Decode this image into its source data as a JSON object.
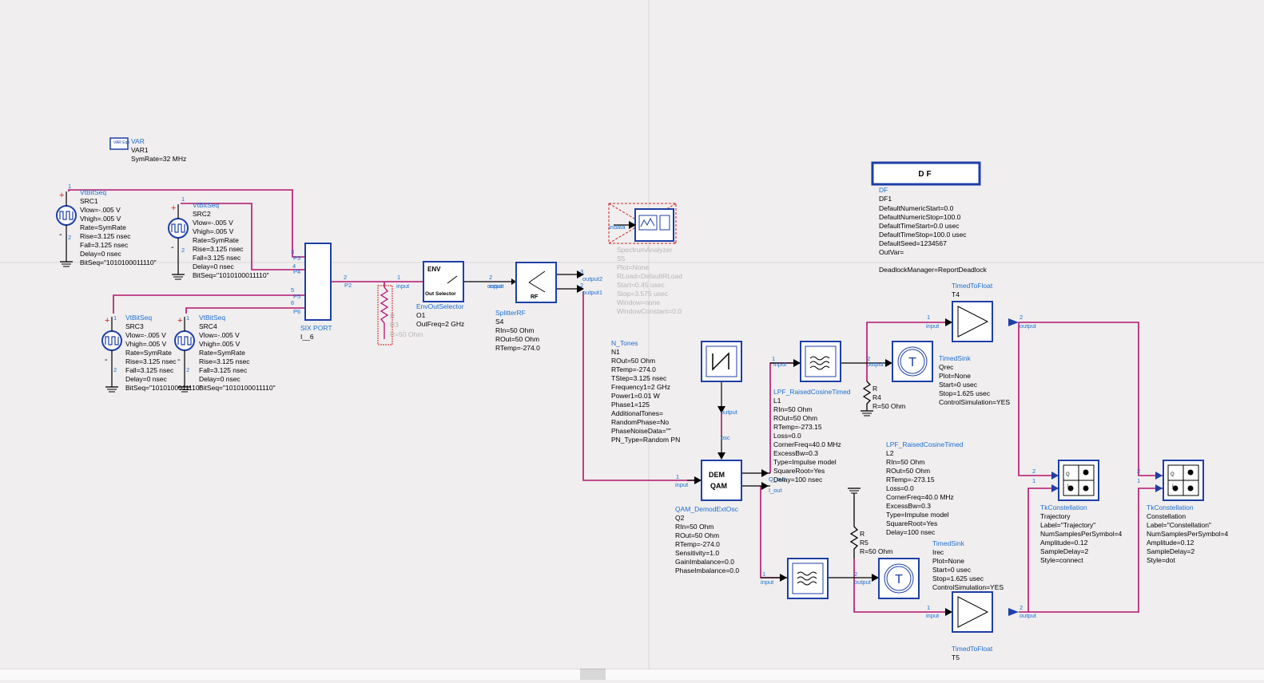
{
  "var_block": {
    "name": "VAR",
    "inst": "VAR1",
    "param": "SymRate=32 MHz",
    "icon_text": "VAR Eqn"
  },
  "sources": [
    {
      "type": "VtBitSeq",
      "inst": "SRC1",
      "params": [
        "Vlow=-.005 V",
        "Vhigh=.005 V",
        "Rate=SymRate",
        "Rise=3.125 nsec",
        "Fall=3.125 nsec",
        "Delay=0 nsec",
        "BitSeq=\"1010100011110\""
      ]
    },
    {
      "type": "VtBitSeq",
      "inst": "SRC2",
      "params": [
        "Vlow=-.005 V",
        "Vhigh=.005 V",
        "Rate=SymRate",
        "Rise=3.125 nsec",
        "Fall=3.125 nsec",
        "Delay=0 nsec",
        "BitSeq=\"1010100011110\""
      ]
    },
    {
      "type": "VtBitSeq",
      "inst": "SRC3",
      "params": [
        "Vlow=-.005 V",
        "Vhigh=.005 V",
        "Rate=SymRate",
        "Rise=3.125 nsec",
        "Fall=3.125 nsec",
        "Delay=0 nsec",
        "BitSeq=\"1010100011110\""
      ]
    },
    {
      "type": "VtBitSeq",
      "inst": "SRC4",
      "params": [
        "Vlow=-.005 V",
        "Vhigh=.005 V",
        "Rate=SymRate",
        "Rise=3.125 nsec",
        "Fall=3.125 nsec",
        "Delay=0 nsec",
        "BitSeq=\"1010100011110\""
      ]
    }
  ],
  "six_port": {
    "type": "SIX PORT",
    "inst": "I__6",
    "ports": [
      "P3",
      "P4",
      "P5",
      "P6",
      "P2"
    ]
  },
  "resistor_r3": {
    "label": "R",
    "inst": "R3",
    "param": "R=50 Ohm"
  },
  "env_selector": {
    "type": "EnvOutSelector",
    "inst": "O1",
    "param": "OutFreq=2 GHz",
    "icon_top": "ENV",
    "icon_bottom": "Out Selector",
    "in_label": "input",
    "out_label": "output"
  },
  "splitter": {
    "type": "SplitterRF",
    "inst": "S4",
    "params": [
      "RIn=50 Ohm",
      "ROut=50 Ohm",
      "RTemp=-274.0"
    ],
    "icon_text": "RF",
    "in_label": "input",
    "out1": "output1",
    "out2": "output2"
  },
  "spectrum": {
    "type": "SpectrumAnalyzer",
    "inst": "S5",
    "params": [
      "Plot=None",
      "RLoad=DefaultRLoad",
      "Start=0.45 usec",
      "Stop=3.575 usec",
      "Window=none",
      "WindowConstant=0.0"
    ],
    "in_label": "indata"
  },
  "tones": {
    "type": "N_Tones",
    "inst": "N1",
    "params": [
      "ROut=50 Ohm",
      "RTemp=-274.0",
      "TStep=3.125 nsec",
      "Frequency1=2 GHz",
      "Power1=0.01 W",
      "Phase1=125",
      "AdditionalTones=",
      "RandomPhase=No",
      "PhaseNoiseData=\"\"",
      "PN_Type=Random PN"
    ],
    "out_label": "output"
  },
  "demod": {
    "type": "QAM_DemodExtOsc",
    "inst": "Q2",
    "params": [
      "RIn=50 Ohm",
      "ROut=50 Ohm",
      "RTemp=-274.0",
      "Sensitivity=1.0",
      "GainImbalance=0.0",
      "PhaseImbalance=0.0"
    ],
    "icon_top": "DEM",
    "icon_bottom": "QAM",
    "in_label": "input",
    "osc_label": "osc",
    "iout": "I_out",
    "qout": "Q_out"
  },
  "df": {
    "title": "DF",
    "type": "DF",
    "inst": "DF1",
    "params": [
      "DefaultNumericStart=0.0",
      "DefaultNumericStop=100.0",
      "DefaultTimeStart=0.0 usec",
      "DefaultTimeStop=100.0 usec",
      "DefaultSeed=1234567",
      "OutVar=",
      "",
      "DeadlockManager=ReportDeadlock"
    ]
  },
  "lpf1": {
    "type": "LPF_RaisedCosineTimed",
    "inst": "L1",
    "params": [
      "RIn=50 Ohm",
      "ROut=50 Ohm",
      "RTemp=-273.15",
      "Loss=0.0",
      "CornerFreq=40.0 MHz",
      "ExcessBw=0.3",
      "Type=Impulse model",
      "SquareRoot=Yes",
      "Delay=100 nsec"
    ],
    "in_label": "input",
    "out_label": "output"
  },
  "lpf2": {
    "type": "LPF_RaisedCosineTimed",
    "inst": "L2",
    "params": [
      "RIn=50 Ohm",
      "ROut=50 Ohm",
      "RTemp=-273.15",
      "Loss=0.0",
      "CornerFreq=40.0 MHz",
      "ExcessBw=0.3",
      "Type=Impulse model",
      "SquareRoot=Yes",
      "Delay=100 nsec"
    ],
    "in_label": "input",
    "out_label": "output"
  },
  "r4": {
    "label": "R",
    "inst": "R4",
    "param": "R=50 Ohm"
  },
  "r5": {
    "label": "R",
    "inst": "R5",
    "param": "R=50 Ohm"
  },
  "sink_q": {
    "type": "TimedSink",
    "inst": "Qrec",
    "params": [
      "Plot=None",
      "Start=0 usec",
      "Stop=1.625 usec",
      "ControlSimulation=YES"
    ]
  },
  "sink_i": {
    "type": "TimedSink",
    "inst": "Irec",
    "params": [
      "Plot=None",
      "Start=0 usec",
      "Stop=1.625 usec",
      "ControlSimulation=YES"
    ]
  },
  "t2f_top": {
    "type": "TimedToFloat",
    "inst": "T4",
    "in_label": "input",
    "out_label": "output"
  },
  "t2f_bot": {
    "type": "TimedToFloat",
    "inst": "T5",
    "in_label": "input",
    "out_label": "output"
  },
  "const_traj": {
    "type": "TkConstellation",
    "inst": "Trajectory",
    "params": [
      "Label=\"Trajectory\"",
      "NumSamplesPerSymbol=4",
      "Amplitude=0.12",
      "SampleDelay=2",
      "Style=connect"
    ]
  },
  "const_dot": {
    "type": "TkConstellation",
    "inst": "Constellation",
    "params": [
      "Label=\"Constellation\"",
      "NumSamplesPerSymbol=4",
      "Amplitude=0.12",
      "SampleDelay=2",
      "Style=dot"
    ]
  },
  "colors": {
    "wire": "#b4136e",
    "label": "#1d6fd1",
    "component": "#1d3fa6",
    "disabled": "#d12020"
  }
}
